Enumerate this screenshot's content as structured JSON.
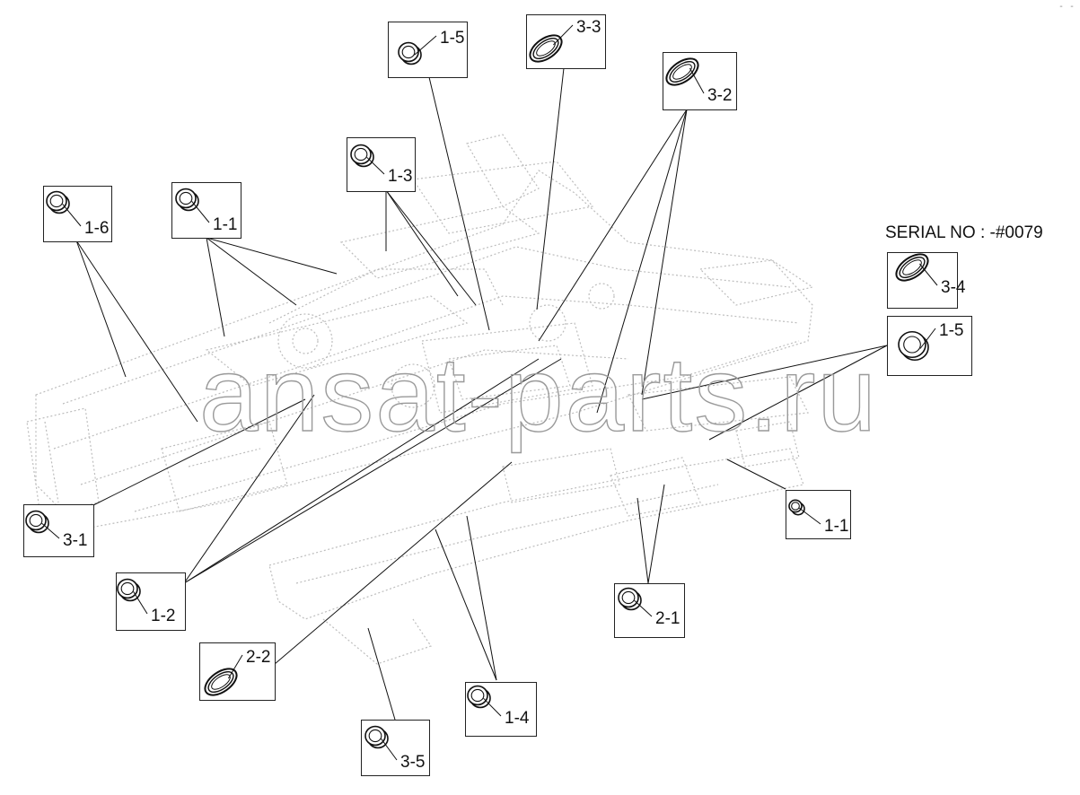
{
  "serial_note": "SERIAL NO : -#0079",
  "watermark": "ansat-parts.ru",
  "corner_mark": "-  -",
  "callouts": [
    {
      "id": "c-1-5-top",
      "label": "1-5",
      "part": "ring"
    },
    {
      "id": "c-3-3",
      "label": "3-3",
      "part": "oval"
    },
    {
      "id": "c-3-2",
      "label": "3-2",
      "part": "oval"
    },
    {
      "id": "c-1-3",
      "label": "1-3",
      "part": "ring"
    },
    {
      "id": "c-1-6",
      "label": "1-6",
      "part": "ring"
    },
    {
      "id": "c-1-1-top",
      "label": "1-1",
      "part": "ring"
    },
    {
      "id": "c-3-4",
      "label": "3-4",
      "part": "oval"
    },
    {
      "id": "c-1-5-right",
      "label": "1-5",
      "part": "ring-large"
    },
    {
      "id": "c-1-1-right",
      "label": "1-1",
      "part": "ring-small"
    },
    {
      "id": "c-3-1",
      "label": "3-1",
      "part": "ring"
    },
    {
      "id": "c-1-2",
      "label": "1-2",
      "part": "ring"
    },
    {
      "id": "c-2-1",
      "label": "2-1",
      "part": "ring"
    },
    {
      "id": "c-2-2",
      "label": "2-2",
      "part": "oval"
    },
    {
      "id": "c-1-4",
      "label": "1-4",
      "part": "ring"
    },
    {
      "id": "c-3-5",
      "label": "3-5",
      "part": "ring"
    }
  ],
  "colors": {
    "line": "#111111",
    "frame_dotted": "#bdbdbd",
    "watermark": "#9a9a9a"
  }
}
